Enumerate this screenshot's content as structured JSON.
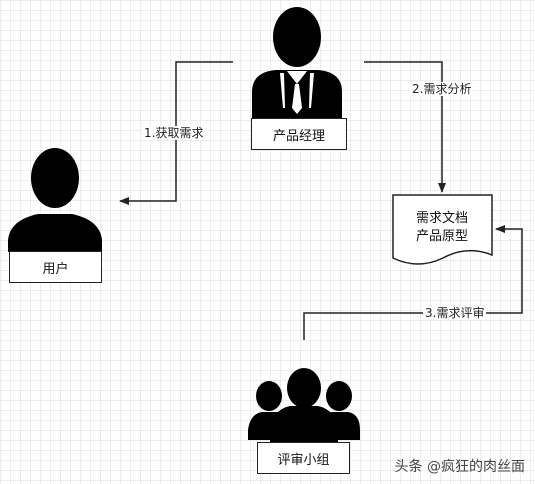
{
  "nodes": {
    "product_manager": "产品经理",
    "user": "用户",
    "review_team": "评审小组",
    "document": {
      "line1": "需求文档",
      "line2": "产品原型"
    }
  },
  "edges": {
    "e1": "1.获取需求",
    "e2": "2.需求分析",
    "e3": "3.需求评审"
  },
  "watermark": "头条 @疯狂的肉丝面"
}
